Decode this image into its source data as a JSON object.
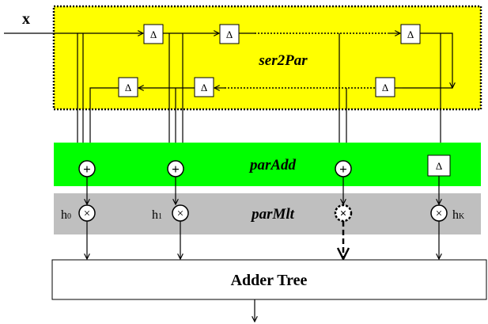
{
  "input_label": "x",
  "delay_symbol": "Δ",
  "blocks": {
    "ser2par": "ser2Par",
    "paradd": "parAdd",
    "parmlt": "parMlt",
    "adder_tree": "Adder Tree"
  },
  "ops": {
    "add": "+",
    "mult": "×"
  },
  "coefficients": {
    "h0_base": "h",
    "h0_sub": "0",
    "h1_base": "h",
    "h1_sub": "1",
    "hk_base": "h",
    "hk_sub": "K"
  },
  "colors": {
    "ser2par_fill": "#ffff00",
    "paradd_fill": "#00ff00",
    "parmlt_fill": "#bfbfbf",
    "stroke": "#000000"
  }
}
